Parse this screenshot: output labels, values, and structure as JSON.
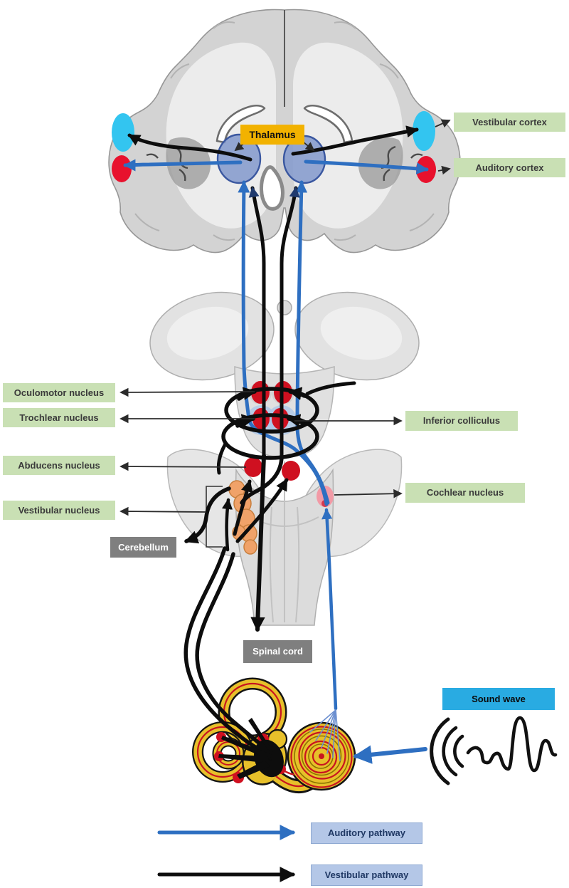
{
  "labels": {
    "thalamus": "Thalamus",
    "vestibular_cortex": "Vestibular cortex",
    "auditory_cortex": "Auditory cortex",
    "oculomotor_nucleus": "Oculomotor nucleus",
    "trochlear_nucleus": "Trochlear nucleus",
    "abducens_nucleus": "Abducens nucleus",
    "vestibular_nucleus": "Vestibular nucleus",
    "inferior_colliculus": "Inferior colliculus",
    "cochlear_nucleus": "Cochlear nucleus",
    "cerebellum": "Cerebellum",
    "spinal_cord": "Spinal cord",
    "sound_wave": "Sound wave"
  },
  "legend": {
    "auditory": {
      "label": "Auditory pathway"
    },
    "vestibular": {
      "label": "Vestibular pathway"
    }
  },
  "colors": {
    "label-green": "#c9e0b4",
    "label-gray": "#7f7f7f",
    "label-gold": "#f2b200",
    "label-cyan": "#29abe2",
    "legend-box": "#b4c7e7",
    "legend-border": "#8ea9d2",
    "legend-text": "#1f3864",
    "text-dark": "#3a3a3a",
    "auditory-path": "#2e6fc1",
    "auditory-path-light": "#6b8fd0",
    "vestibular-path": "#0d0d0d",
    "vestibular-cortex-fill": "#33c5f0",
    "auditory-cortex-fill": "#e8112d",
    "thalamic-nucleus-fill": "#8299cc",
    "thalamic-nucleus-stroke": "#3a57a0",
    "nucleus-red": "#cf1020",
    "cochlear-nucleus-pink": "#f29aa6",
    "vestibular-nucleus-orange": "#f0a269",
    "labyrinth-yellow": "#e7c02a"
  }
}
